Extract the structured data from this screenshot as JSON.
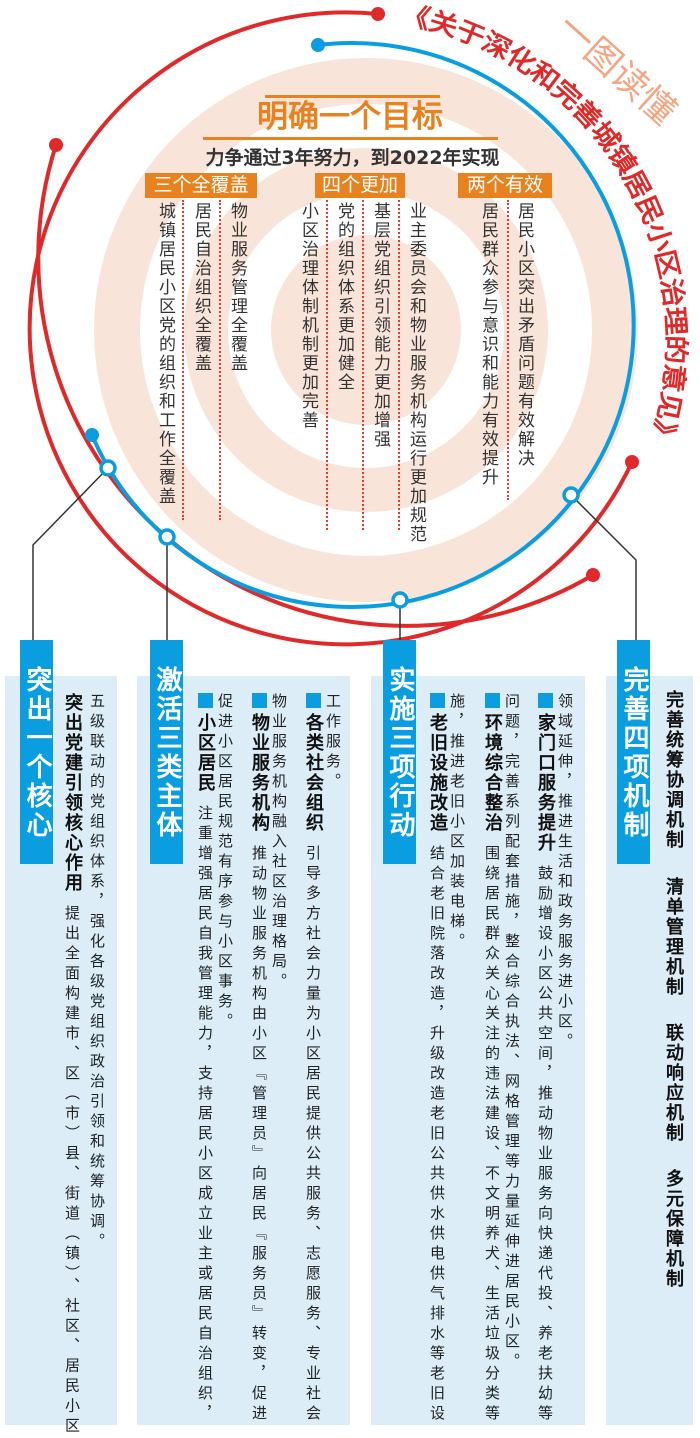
{
  "title": "《关于深化和完善城镇居民小区治理的意见》",
  "corner_label": "一图读懂",
  "colors": {
    "red": "#e02a2a",
    "blue": "#0a9ee0",
    "orange": "#e8821e",
    "panel": "#dcedf8",
    "ring": "#f9e4da"
  },
  "goal": {
    "heading": "明确一个目标",
    "subtitle": "力争通过3年努力，到2022年实现",
    "groups": [
      {
        "label": "三个全覆盖",
        "items": [
          "城镇居民小区党的组织和工作全覆盖",
          "居民自治组织全覆盖",
          "物业服务管理全覆盖"
        ]
      },
      {
        "label": "四个更加",
        "items": [
          "小区治理体制机制更加完善",
          "党的组织体系更加健全",
          "基层党组织引领能力更加增强",
          "业主委员会和物业服务机构运行更加规范"
        ]
      },
      {
        "label": "两个有效",
        "items": [
          "居民群众参与意识和能力有效提升",
          "居民小区突出矛盾问题有效解决"
        ]
      }
    ]
  },
  "panels": [
    {
      "tab": "突出一个核心",
      "blocks": [
        {
          "heading": "突出党建引领核心作用",
          "lines": [
            "提出全面构建市、区（市）县、街道（镇）、社区、居民小区",
            "五级联动的党组织体系，强化各级党组织政治引领和统筹协调。"
          ]
        }
      ]
    },
    {
      "tab": "激活三类主体",
      "blocks": [
        {
          "heading": "各类社会组织",
          "lines": [
            "引导多方社会力量为小区居民提供公共服务、志愿服务、专业社会",
            "工作服务。"
          ]
        },
        {
          "heading": "物业服务机构",
          "lines": [
            "推动物业服务机构由小区『管理员』向居民『服务员』转变，促进",
            "物业服务机构融入社区治理格局。"
          ]
        },
        {
          "heading": "小区居民",
          "lines": [
            "注重增强居民自我管理能力，支持居民小区成立业主或居民自治组织，",
            "促进小区居民规范有序参与小区事务。"
          ]
        }
      ]
    },
    {
      "tab": "实施三项行动",
      "blocks": [
        {
          "heading": "家门口服务提升",
          "lines": [
            "鼓励增设小区公共空间，推动物业服务向快递代投、养老扶幼等",
            "领域延伸，推进生活和政务服务进小区。"
          ]
        },
        {
          "heading": "环境综合整治",
          "lines": [
            "围绕居民群众关心关注的违法建设、不文明养犬、生活垃圾分类等",
            "问题，完善系列配套措施，整合综合执法、网格管理等力量延伸进居民小区。"
          ]
        },
        {
          "heading": "老旧设施改造",
          "lines": [
            "结合老旧院落改造，升级改造老旧公共供水供电供气排水等老旧设",
            "施，推进老旧小区加装电梯。"
          ]
        }
      ]
    },
    {
      "tab": "完善四项机制",
      "items": [
        "完善统筹协调机制",
        "清单管理机制",
        "联动响应机制",
        "多元保障机制"
      ]
    }
  ]
}
